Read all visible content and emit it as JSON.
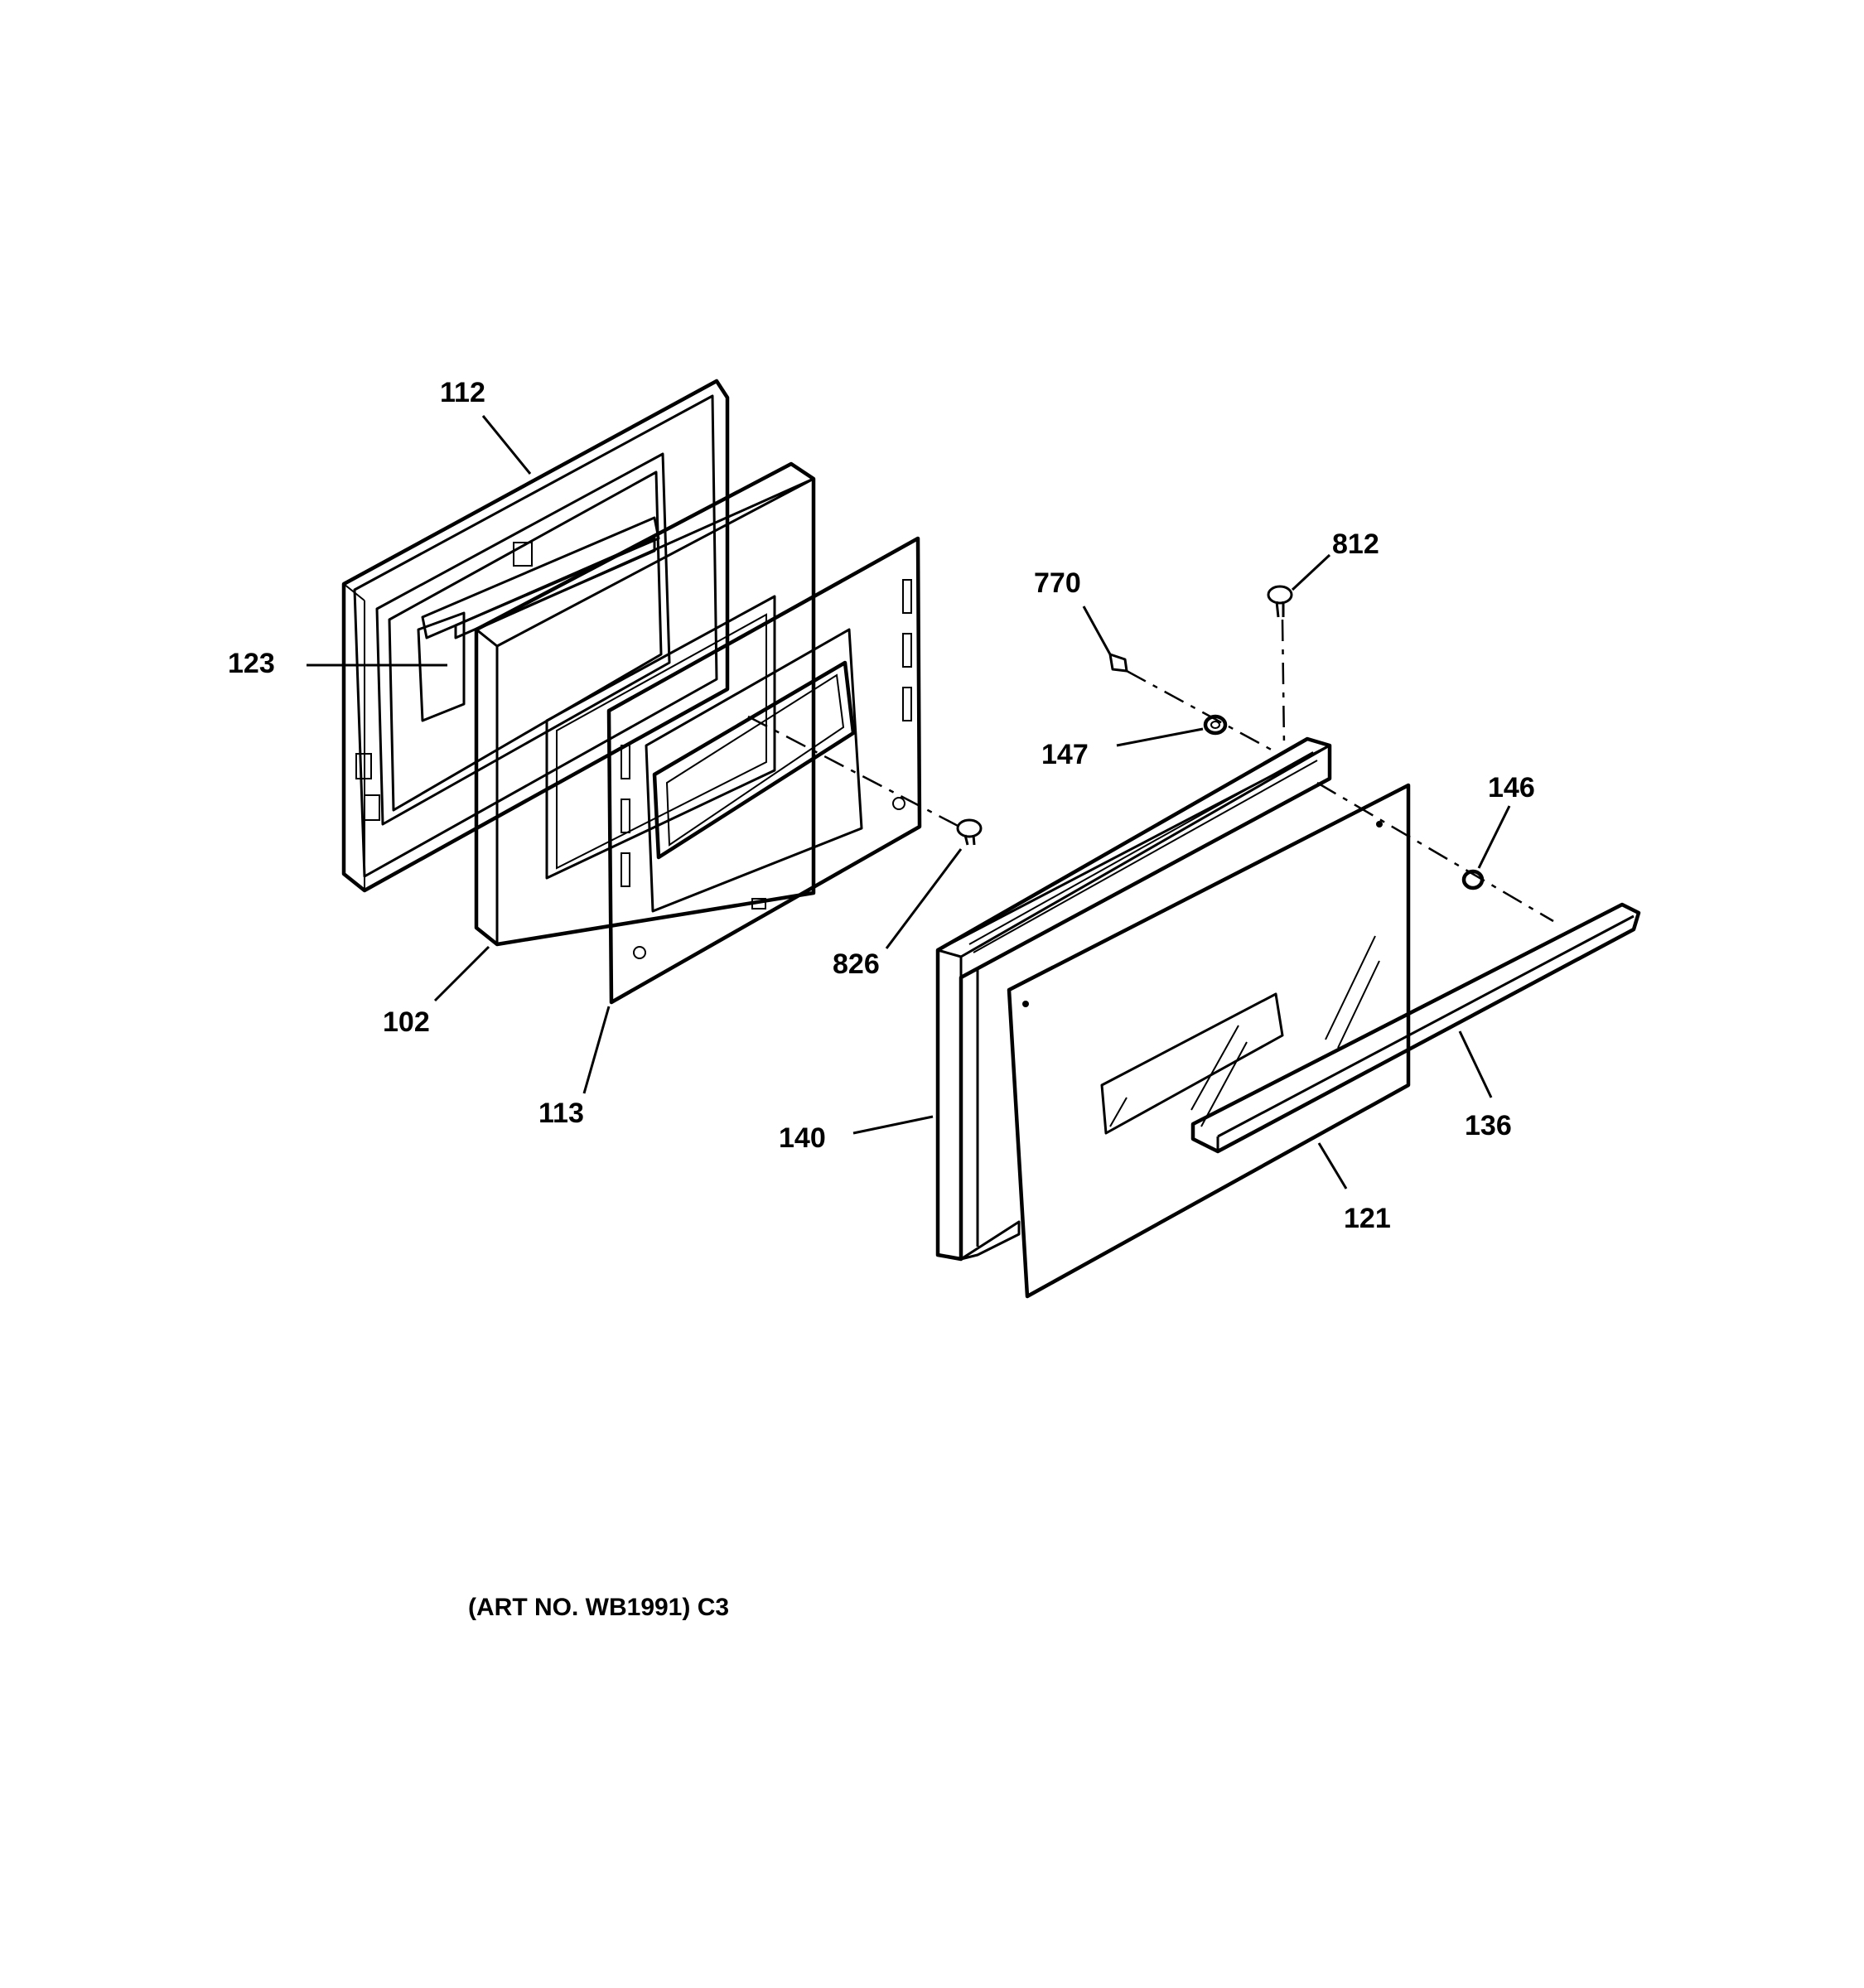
{
  "diagram": {
    "callouts": {
      "c112": "112",
      "c123": "123",
      "c102": "102",
      "c113": "113",
      "c770": "770",
      "c812": "812",
      "c147": "147",
      "c146": "146",
      "c826": "826",
      "c140": "140",
      "c136": "136",
      "c121": "121"
    },
    "caption": "(ART NO. WB1991) C3"
  }
}
